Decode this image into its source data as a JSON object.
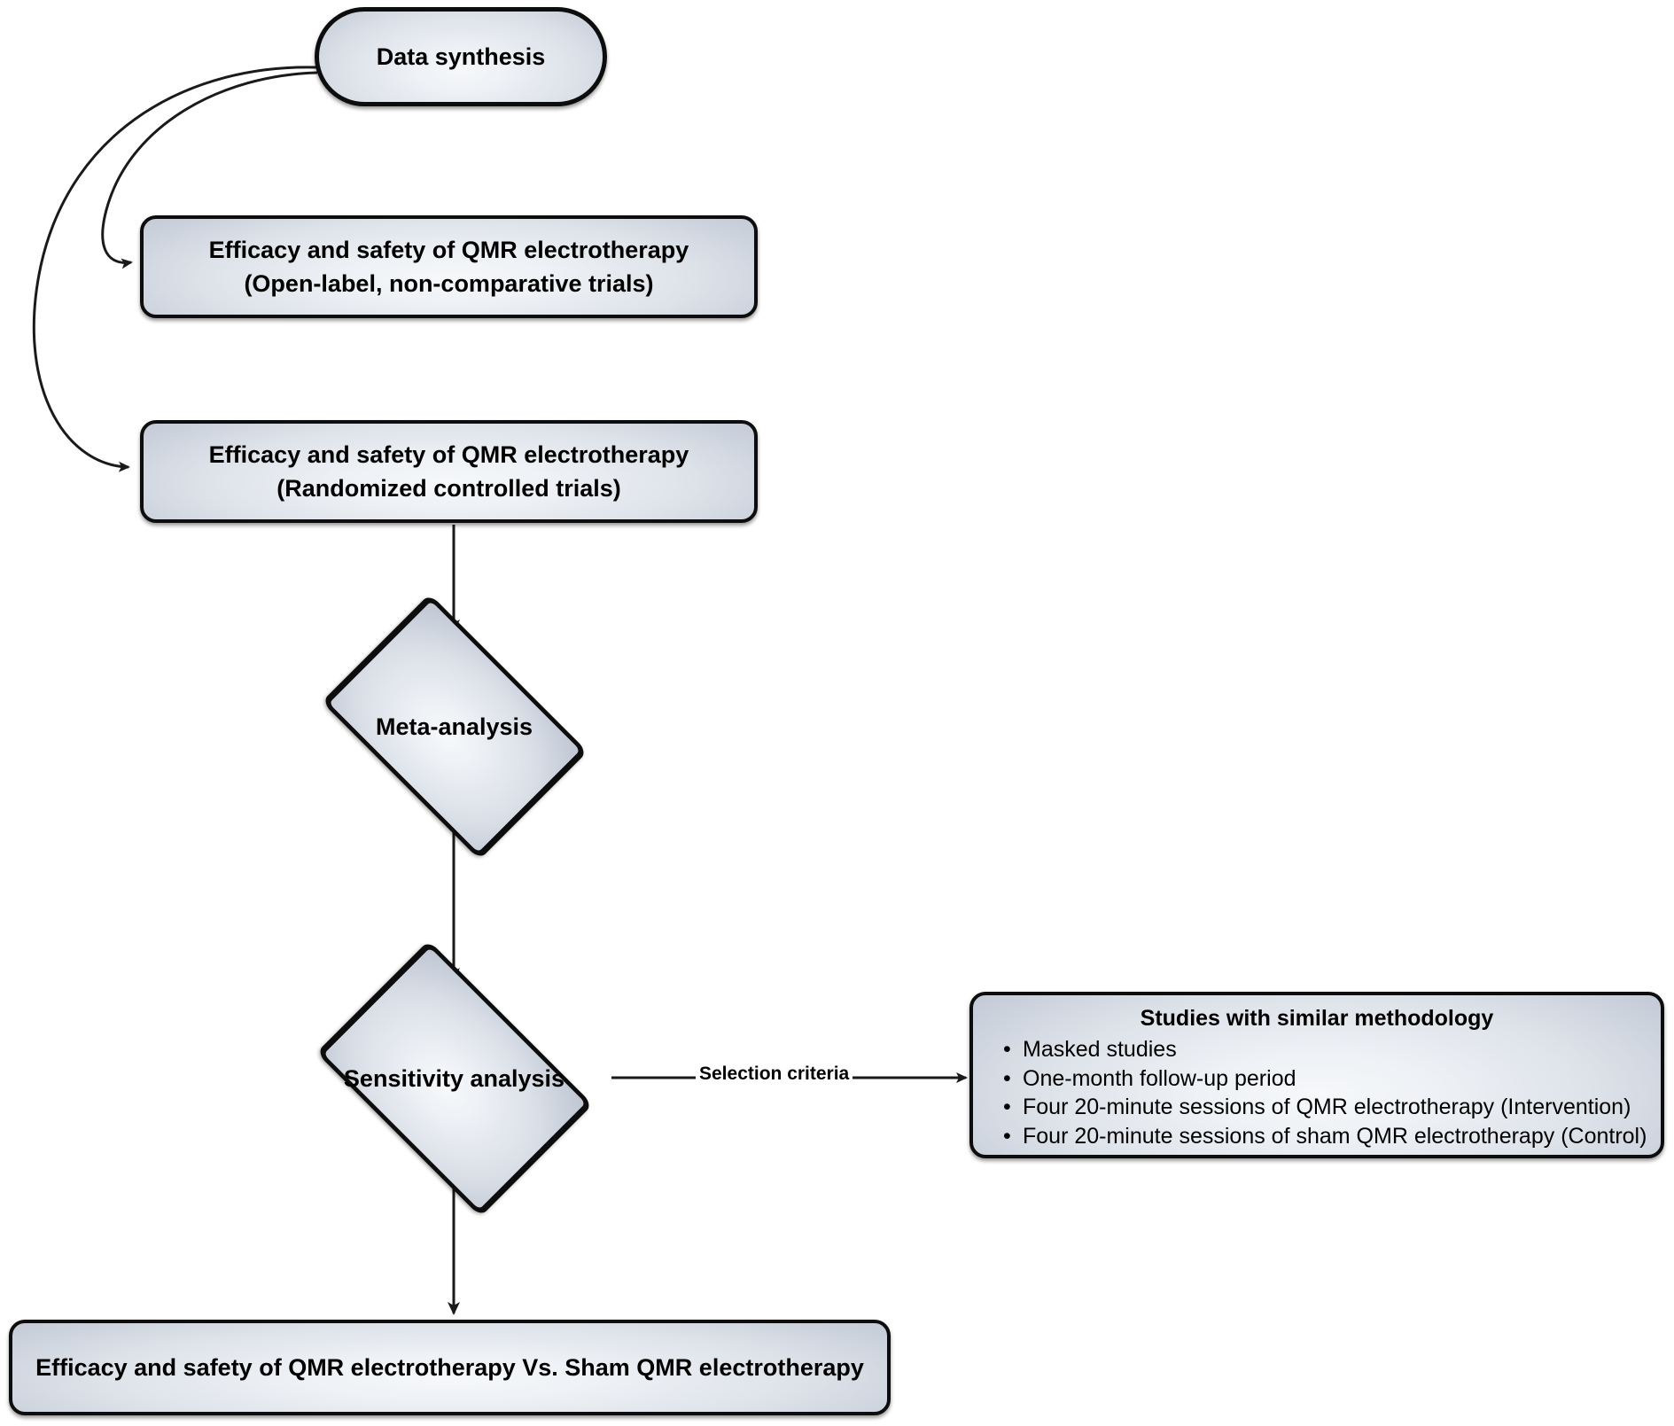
{
  "diagram": {
    "title": "QMR electrotherapy evidence synthesis flow",
    "colors": {
      "node_border": "#0d0d0d",
      "node_fill_light": "#f6f8fa",
      "node_fill_dark": "#b4bcca",
      "edge_stroke": "#1a1a1a",
      "background": "#ffffff",
      "text": "#000000"
    }
  },
  "nodes": {
    "data_synthesis": {
      "label": "Data synthesis",
      "shape": "stadium"
    },
    "open_label": {
      "line1": "Efficacy and safety of QMR electrotherapy",
      "line2": "(Open-label, non-comparative trials)",
      "shape": "rounded-rect"
    },
    "rct": {
      "line1": "Efficacy and safety of QMR electrotherapy",
      "line2": "(Randomized controlled trials)",
      "shape": "rounded-rect"
    },
    "meta_analysis": {
      "label": "Meta-analysis",
      "shape": "diamond"
    },
    "sensitivity_analysis": {
      "label": "Sensitivity analysis",
      "shape": "diamond"
    },
    "similar_studies": {
      "title": "Studies with similar methodology",
      "bullet_glyph": "•",
      "items": [
        "Masked studies",
        "One-month follow-up period",
        "Four 20-minute sessions of QMR electrotherapy (Intervention)",
        "Four 20-minute sessions of sham QMR electrotherapy (Control)"
      ],
      "shape": "rounded-rect"
    },
    "final_outcome": {
      "label": "Efficacy and safety of QMR electrotherapy Vs. Sham QMR electrotherapy",
      "shape": "rounded-rect"
    }
  },
  "edges": [
    {
      "from": "data_synthesis",
      "to": "open_label",
      "label": "",
      "style": "curved-arrow"
    },
    {
      "from": "data_synthesis",
      "to": "rct",
      "label": "",
      "style": "curved-arrow"
    },
    {
      "from": "rct",
      "to": "meta_analysis",
      "label": "",
      "style": "straight-arrow"
    },
    {
      "from": "meta_analysis",
      "to": "sensitivity_analysis",
      "label": "",
      "style": "straight-arrow"
    },
    {
      "from": "sensitivity_analysis",
      "to": "similar_studies",
      "label": "Selection criteria",
      "style": "straight-arrow"
    },
    {
      "from": "sensitivity_analysis",
      "to": "final_outcome",
      "label": "",
      "style": "straight-arrow"
    }
  ],
  "edge_labels": {
    "selection_criteria": "Selection criteria"
  }
}
